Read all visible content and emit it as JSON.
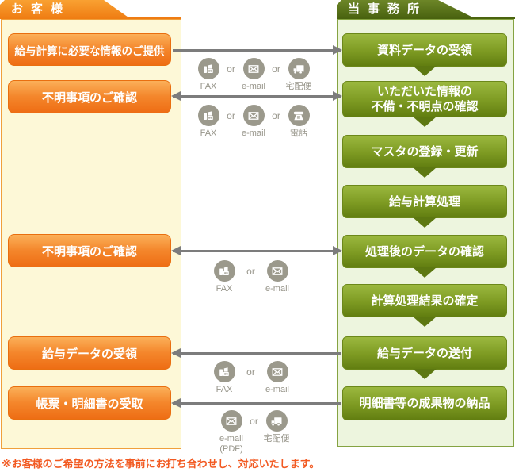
{
  "left_panel": {
    "header": "お客様",
    "boxes": [
      "給与計算に必要な情報のご提供",
      "不明事項のご確認",
      "不明事項のご確認",
      "給与データの受領",
      "帳票・明細書の受取"
    ]
  },
  "right_panel": {
    "header": "当事務所",
    "boxes": [
      "資料データの受領",
      "いただいた情報の\n不備・不明点の確認",
      "マスタの登録・更新",
      "給与計算処理",
      "処理後のデータの確認",
      "計算処理結果の確定",
      "給与データの送付",
      "明細書等の成果物の納品"
    ]
  },
  "labels": {
    "or": "or"
  },
  "channels": [
    {
      "items": [
        {
          "icon": "fax-icon",
          "label": "FAX"
        },
        {
          "icon": "email-icon",
          "label": "e-mail"
        },
        {
          "icon": "truck-icon",
          "label": "宅配便"
        }
      ]
    },
    {
      "items": [
        {
          "icon": "fax-icon",
          "label": "FAX"
        },
        {
          "icon": "email-icon",
          "label": "e-mail"
        },
        {
          "icon": "phone-icon",
          "label": "電話"
        }
      ]
    },
    {
      "items": [
        {
          "icon": "fax-icon",
          "label": "FAX"
        },
        {
          "icon": "email-icon",
          "label": "e-mail"
        }
      ]
    },
    {
      "items": [
        {
          "icon": "fax-icon",
          "label": "FAX"
        },
        {
          "icon": "email-icon",
          "label": "e-mail"
        }
      ]
    },
    {
      "items": [
        {
          "icon": "email-icon",
          "label": "e-mail",
          "sublabel": "(PDF)"
        },
        {
          "icon": "truck-icon",
          "label": "宅配便"
        }
      ]
    }
  ],
  "note": "※お客様のご希望の方法を事前にお打ち合わせし、対応いたします。",
  "colors": {
    "orange_accent": "#ef7c12",
    "orange_panel_bg": "#fdf8d7",
    "orange_box_top": "#fbb059",
    "orange_box_bottom": "#ee6d14",
    "green_accent": "#48610e",
    "green_panel_bg": "#edf5de",
    "green_box_top": "#9bb83f",
    "green_box_bottom": "#627e11",
    "icon_gray": "#9b998c",
    "arrow_gray": "#7c7c7c",
    "note_orange": "#f25a22"
  }
}
